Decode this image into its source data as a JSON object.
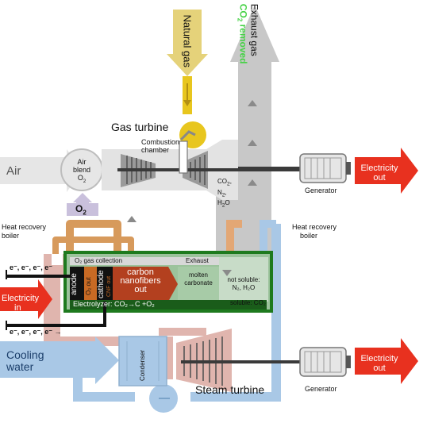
{
  "natural_gas": {
    "l1": "Natural",
    "l2": "gas"
  },
  "exhaust": {
    "l1": "Exhaust gas",
    "l2": "CO",
    "l2sub": "2",
    "l2b": " removed"
  },
  "gas_turbine": "Gas turbine",
  "combustion": {
    "l1": "Combustion",
    "l2": "chamber"
  },
  "air": "Air",
  "air_blend": {
    "l1": "Air",
    "l2": "blend",
    "l3": "O",
    "l3sub": "2"
  },
  "o2": {
    "text": "O",
    "sub": "2"
  },
  "gas_stack_labels": {
    "co2": "CO",
    "co2sub": "2",
    "n2": "N",
    "n2sub": "2",
    "h2o": "H",
    "h2osub": "2",
    "h2ob": "O"
  },
  "generator_top": "Generator",
  "generator_bottom": "Generator",
  "electricity_out_top": {
    "l1": "Electricity",
    "l2": "out"
  },
  "electricity_out_bottom": {
    "l1": "Electricity",
    "l2": "out"
  },
  "electricity_in": {
    "l1": "Electricity",
    "l2": "in"
  },
  "heat_recovery_left": {
    "l1": "Heat recovery",
    "l2": "boiler"
  },
  "heat_recovery_right": {
    "l1": "Heat recovery",
    "l2": "boiler"
  },
  "electrons_top": "e⁻, e⁻, e⁻, e⁻",
  "electrons_bottom": "e⁻, e⁻, e⁻, e⁻ →",
  "electrolyzer": {
    "o2_collection": "O₂ gas collection",
    "exhaust": "Exhaust",
    "anode": "anode",
    "o2_out": "O₂ out",
    "cathode": "cathode",
    "cnf_out": "CNF out",
    "carbon_nanofibers": {
      "l1": "carbon",
      "l2": "nanofibers",
      "l3": "out"
    },
    "molten": {
      "l1": "molten",
      "l2": "carbonate"
    },
    "not_soluble": {
      "l1": "not soluble:",
      "l2": "N₂, H₂O"
    },
    "soluble": "soluble: CO₂",
    "equation_label": "Electrolyzer:",
    "equation": "CO₂→C +O₂"
  },
  "cooling_water": {
    "l1": "Cooling",
    "l2": "water"
  },
  "condenser": "Condenser",
  "steam_turbine": "Steam turbine",
  "colors": {
    "electricity": "#e8311f",
    "exhaust": "#c8c8c8",
    "gas": "#e8c61e",
    "steam": "#e0b5ae",
    "water": "#a9c8e6",
    "electrolyzer_border": "#1e7a1e",
    "co2_removed": "#46d246"
  }
}
